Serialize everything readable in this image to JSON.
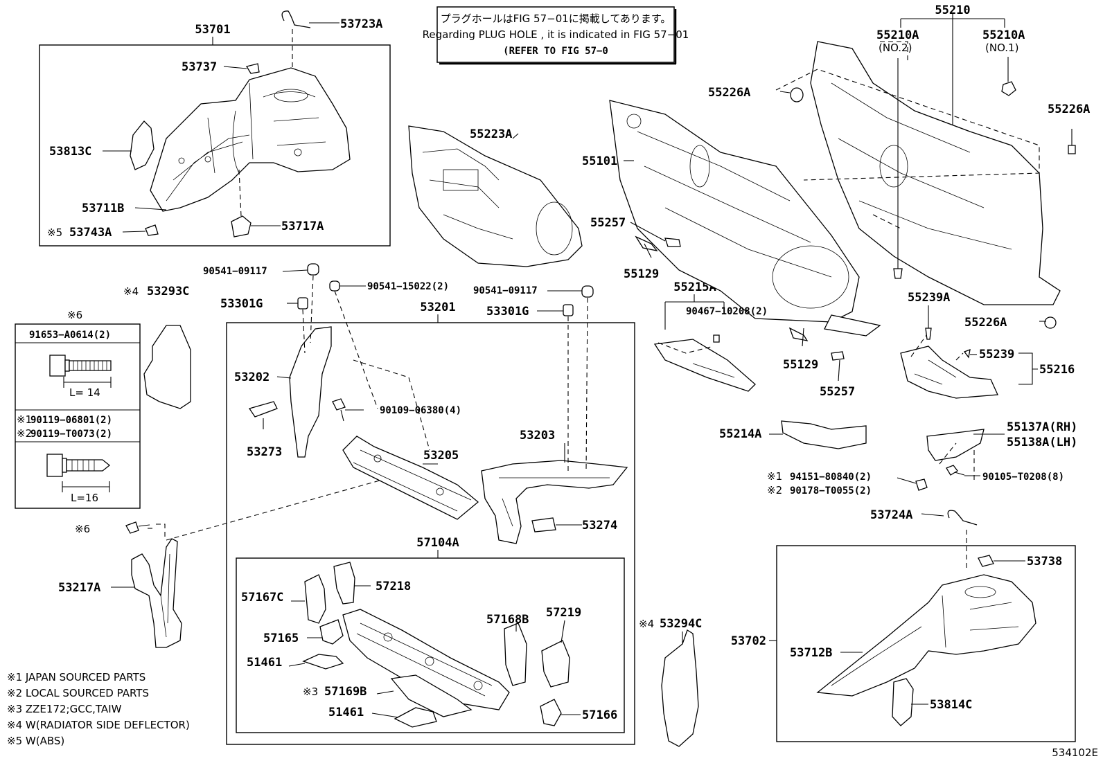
{
  "notice": {
    "line_jp": "プラグホールはFIG 57−01に掲載してあります。",
    "line_en": "Regarding  PLUG  HOLE , it is indicated in FIG  57−01",
    "line_ref": "(REFER  TO  FIG  57−0"
  },
  "groups": {
    "g53701": "53701",
    "g53201": "53201",
    "g57104A": "57104A",
    "g53702": "53702",
    "g55210": "55210",
    "g55215A": "55215A"
  },
  "labels": {
    "p53723A": "53723A",
    "p53737": "53737",
    "p53813C": "53813C",
    "p53711B": "53711B",
    "p53743A_mark": "※5",
    "p53743A": "53743A",
    "p53717A": "53717A",
    "p55223A": "55223A",
    "p55101": "55101",
    "p55257a": "55257",
    "p55129a": "55129",
    "p55210A_no2": "55210A",
    "p55210A_no2_sub": "(NO.2)",
    "p55210A_no1": "55210A",
    "p55210A_no1_sub": "(NO.1)",
    "p55226A_a": "55226A",
    "p55226A_b": "55226A",
    "p55226A_c": "55226A",
    "p90467": "90467−10208(2)",
    "p55129b": "55129",
    "p55257b": "55257",
    "p55239A": "55239A",
    "p55239": "55239",
    "p55216": "55216",
    "p55214A": "55214A",
    "p55137A": "55137A(RH)",
    "p55138A": "55138A(LH)",
    "p94151_mark": "※1",
    "p94151": "94151−80840(2)",
    "p90178_mark": "※2",
    "p90178": "90178−T0055(2)",
    "p90105": "90105−T0208(8)",
    "p53724A": "53724A",
    "p53738": "53738",
    "p53712B": "53712B",
    "p53814C": "53814C",
    "p53293C_mark": "※4",
    "p53293C": "53293C",
    "p6_mark": "※6",
    "p91653": "91653−A0614(2)",
    "p91653_len": "L= 14",
    "p90119a_mark": "※1",
    "p90119a": "90119−06801(2)",
    "p90119b_mark": "※2",
    "p90119b": "90119−T0073(2)",
    "p90119_len": "L=16",
    "p6b_mark": "※6",
    "p53217A": "53217A",
    "p90541a": "90541−09117",
    "p53301Ga": "53301G",
    "p90541_15022": "90541−15022(2)",
    "p90541b": "90541−09117",
    "p53301Gb": "53301G",
    "p53202": "53202",
    "p53273": "53273",
    "p90109": "90109−06380(4)",
    "p53205": "53205",
    "p53203": "53203",
    "p53274": "53274",
    "p57167C": "57167C",
    "p57218": "57218",
    "p57165": "57165",
    "p51461a": "51461",
    "p57169B_mark": "※3",
    "p57169B": "57169B",
    "p51461b": "51461",
    "p57168B": "57168B",
    "p57219": "57219",
    "p57166": "57166",
    "p53294C_mark": "※4",
    "p53294C": "53294C"
  },
  "footnotes": [
    "※1 JAPAN SOURCED PARTS",
    "※2 LOCAL SOURCED PARTS",
    "※3 ZZE172;GCC,TAIW",
    "※4 W(RADIATOR SIDE DEFLECTOR)",
    "※5 W(ABS)"
  ],
  "figure_id": "534102E"
}
